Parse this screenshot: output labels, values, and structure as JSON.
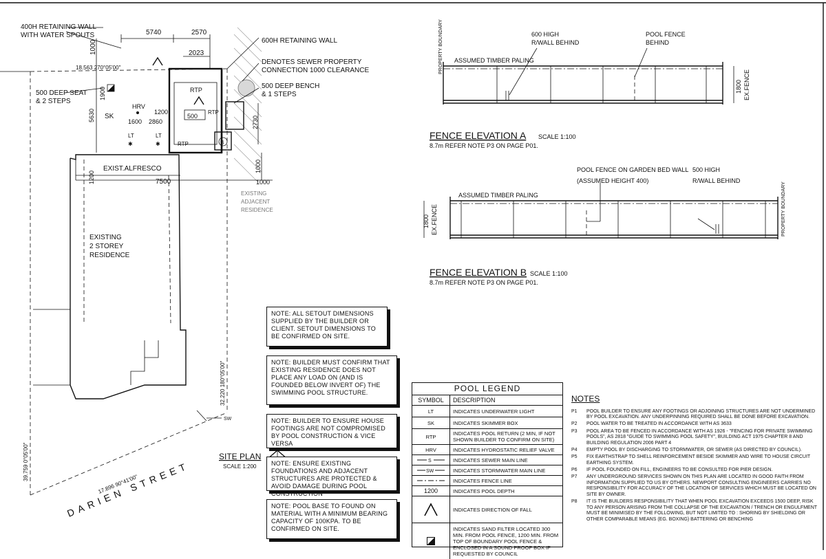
{
  "site_plan": {
    "title": "SITE PLAN",
    "scale": "SCALE 1:200",
    "street": "DARIEN STREET",
    "labels": {
      "retaining_wall_400": "400H RETAINING WALL",
      "water_spouts": "WITH WATER SPOUTS",
      "dim_5740": "5740",
      "dim_2570": "2570",
      "dim_2023": "2023",
      "dim_1000_top": "1000",
      "retaining_wall_600": "600H RETAINING WALL",
      "sewer_1": "DENOTES SEWER PROPERTY",
      "sewer_2": "CONNECTION 1000 CLEARANCE",
      "boundary_top": "18.563  270°05'00\"",
      "seat_1": "500 DEEP SEAT",
      "seat_2": "& 2 STEPS",
      "bench_1": "500 DEEP BENCH",
      "bench_2": "& 1 STEPS",
      "dim_1900": "1900",
      "dim_5630": "5630",
      "sk": "SK",
      "hrv": "HRV",
      "dim_1600": "1600",
      "dim_2860": "2860",
      "dim_1200_pool": "1200",
      "dim_500": "500",
      "rtp_1": "RTP",
      "rtp_2": "RTP",
      "rtp_3": "RTP",
      "lt_1": "LT",
      "lt_2": "LT",
      "dim_2730": "2730",
      "dim_1000_right": "1000",
      "dim_1000_lower": "1000",
      "alfresco": "EXIST.ALFRESCO",
      "dim_1200_side": "1200",
      "dim_7500": "7500",
      "existing_adj_1": "EXISTING",
      "existing_adj_2": "ADJACENT",
      "existing_adj_3": "RESIDENCE",
      "residence_1": "EXISTING",
      "residence_2": "2 STOREY",
      "residence_3": "RESIDENCE",
      "boundary_right": "32.220  180°05'00\"",
      "boundary_left": "39.759  0°05'00\"",
      "boundary_bottom": "17.896  90°41'00\"",
      "sw": "SW"
    }
  },
  "elevation_a": {
    "title": "FENCE ELEVATION A",
    "scale": "SCALE 1:100",
    "subtitle": "8.7m REFER NOTE P3 ON PAGE P01.",
    "boundary": "PROPERTY BOUNDARY",
    "paling": "ASSUMED TIMBER PALING",
    "rwall_1": "600 HIGH",
    "rwall_2": "R/WALL BEHIND",
    "pool_fence_1": "POOL FENCE",
    "pool_fence_2": "BEHIND",
    "height_1": "1800",
    "height_2": "EX.FENCE"
  },
  "elevation_b": {
    "title": "FENCE ELEVATION B",
    "scale": "SCALE 1:100",
    "subtitle": "8.7m REFER NOTE P3 ON PAGE P01.",
    "boundary": "PROPERTY BOUNDARY",
    "paling": "ASSUMED TIMBER PALING",
    "pool_fence_1": "POOL FENCE ON GARDEN BED WALL",
    "pool_fence_2": "(ASSUMED HEIGHT 400)",
    "rwall_1": "500 HIGH",
    "rwall_2": "R/WALL BEHIND",
    "height_1": "1800",
    "height_2": "EX.FENCE"
  },
  "note_boxes": [
    "NOTE: ALL SETOUT DIMENSIONS SUPPLIED BY THE BUILDER OR CLIENT. SETOUT DIMENSIONS TO BE CONFIRMED ON SITE.",
    "NOTE: BUILDER MUST CONFIRM THAT EXISTING RESIDENCE DOES NOT PLACE ANY LOAD ON (AND IS FOUNDED BELOW INVERT OF) THE SWIMMING POOL STRUCTURE.",
    "NOTE: BUILDER TO ENSURE HOUSE FOOTINGS ARE NOT COMPROMISED BY POOL CONSTRUCTION & VICE VERSA",
    "NOTE: ENSURE EXISTING FOUNDATIONS AND ADJACENT STRUCTURES ARE PROTECTED & AVOID DAMAGE DURING POOL CONSTRUCTION",
    "NOTE: POOL BASE TO FOUND ON MATERIAL WITH A MINIMUM BEARING CAPACITY OF 100KPa. TO BE CONFIRMED ON SITE."
  ],
  "legend": {
    "title": "POOL LEGEND",
    "col_symbol": "SYMBOL",
    "col_description": "DESCRIPTION",
    "rows": [
      {
        "symbol": "LT",
        "description": "INDICATES UNDERWATER LIGHT"
      },
      {
        "symbol": "SK",
        "description": "INDICATES SKIMMER BOX"
      },
      {
        "symbol": "RTP",
        "description": "INDICATES POOL RETURN (2 MIN, IF NOT SHOWN BUILDER TO CONFIRM ON SITE)"
      },
      {
        "symbol": "HRV",
        "description": "INDICATES HYDROSTATIC RELIEF VALVE"
      },
      {
        "symbol": "S",
        "description": "INDICATES SEWER MAIN LINE"
      },
      {
        "symbol": "SW",
        "description": "INDICATES STORMWATER MAIN LINE"
      },
      {
        "symbol": "",
        "description": "INDICATES FENCE LINE"
      },
      {
        "symbol": "1200",
        "description": "INDICATES POOL DEPTH"
      },
      {
        "symbol": "",
        "description": "INDICATES DIRECTION OF FALL"
      },
      {
        "symbol": "",
        "description": "INDICATES SAND FILTER LOCATED 300 MIN. FROM POOL FENCE, 1200 MIN. FROM TOP OF BOUNDARY POOL FENCE & ENCLOSED IN A SOUND PROOF BOX IF REQUESTED BY COUNCIL"
      }
    ]
  },
  "notes": {
    "heading": "NOTES",
    "items": [
      {
        "num": "P1",
        "text": "POOL BUILDER TO ENSURE ANY FOOTINGS OR ADJOINING STRUCTURES ARE NOT UNDERMINED BY POOL EXCAVATION. ANY UNDERPINNING REQUIRED SHALL BE DONE BEFORE EXCAVATION."
      },
      {
        "num": "P2",
        "text": "POOL WATER TO BE TREATED IN ACCORDANCE WITH AS 3633"
      },
      {
        "num": "P3",
        "text": "POOL AREA TO BE FENCED IN ACCORDANCE WITH AS 1926 - \"FENCING FOR PRIVATE SWIMMING POOLS\", AS 2818 \"GUIDE TO SWIMMING POOL SAFETY\", BUILDING ACT 1975 CHAPTER 8 AND BUILDING REGULATION 2006 PART 4"
      },
      {
        "num": "P4",
        "text": "EMPTY POOL BY DISCHARGING TO STORMWATER, OR SEWER (AS DIRECTED BY COUNCIL)."
      },
      {
        "num": "P5",
        "text": "FIX EARTHSTRAP TO SHELL REINFORCEMENT BESIDE SKIMMER AND WIRE TO HOUSE CIRCUIT EARTHING SYSTEM."
      },
      {
        "num": "P6",
        "text": "IF POOL FOUNDED ON FILL, ENGINEERS TO BE CONSULTED FOR PIER DESIGN."
      },
      {
        "num": "P7",
        "text": "ANY UNDERGROUND SERVICES SHOWN ON THIS PLAN ARE LOCATED IN GOOD FAITH FROM INFORMATION SUPPLIED TO US BY OTHERS. NEWPORT CONSULTING ENGINEERS CARRIES NO RESPONSIBILITY FOR ACCURACY OF THE LOCATION OF SERVICES WHICH MUST BE LOCATED ON SITE BY OWNER."
      },
      {
        "num": "P8",
        "text": "IT IS THE BUILDERS RESPONSIBILITY THAT WHEN POOL EXCAVATION EXCEEDS 1500 DEEP, RISK TO ANY PERSON ARISING FROM THE COLLAPSE OF THE EXCAVATION / TRENCH OR ENGULFMENT MUST BE MINIMISED BY THE FOLLOWING, BUT NOT LIMITED TO : SHORING BY SHIELDING OR OTHER COMPARABLE MEANS (eg. BOXING) BATTERING OR BENCHING"
      }
    ]
  }
}
